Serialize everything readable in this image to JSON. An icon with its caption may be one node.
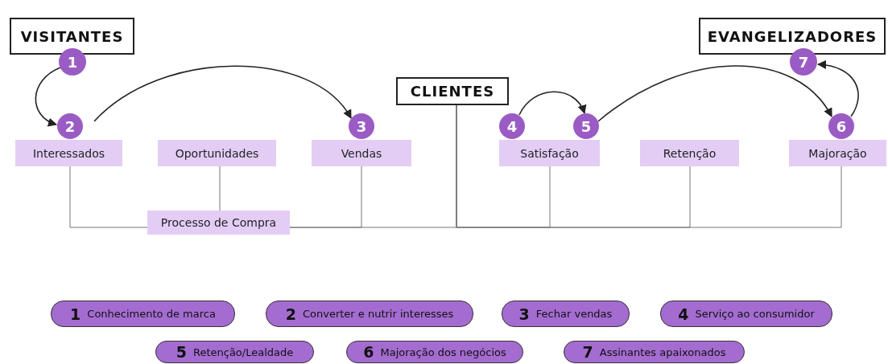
{
  "diagram": {
    "nodes": [
      {
        "text": [
          "VISITANTES"
        ]
      },
      {
        "text": [
          "1"
        ]
      },
      {
        "text": [
          "2"
        ]
      },
      {
        "text": [
          "Interessados"
        ]
      },
      {
        "text": [
          "Oportunidades"
        ]
      },
      {
        "text": [
          "Processo de Compra"
        ]
      },
      {
        "text": [
          "3"
        ]
      },
      {
        "text": [
          "Vendas"
        ]
      },
      {
        "text": [
          "CLIENTES"
        ]
      },
      {
        "text": [
          "4"
        ]
      },
      {
        "text": [
          "5"
        ]
      },
      {
        "text": [
          "Satisfação"
        ]
      },
      {
        "text": [
          "Retenção"
        ]
      },
      {
        "text": [
          "6"
        ]
      },
      {
        "text": [
          "Majoração"
        ]
      },
      {
        "text": [
          "EVANGELIZADORES"
        ]
      },
      {
        "text": [
          "7"
        ]
      },
      {
        "text": [
          "1",
          "Conhecimento de marca"
        ]
      },
      {
        "text": [
          "2",
          "Converter e nutrir interesses"
        ]
      },
      {
        "text": [
          "3",
          "Fechar vendas"
        ]
      },
      {
        "text": [
          "4",
          "Serviço ao consumidor"
        ]
      },
      {
        "text": [
          "5",
          "Retenção/Lealdade"
        ]
      },
      {
        "text": [
          "6",
          "Majoração dos negócios"
        ]
      },
      {
        "text": [
          "7",
          "Assinantes apaixonados"
        ]
      }
    ],
    "edges": [
      {
        "from": 1,
        "to": 2,
        "arrow": "to"
      },
      {
        "from": 2,
        "to": 6,
        "arrow": "to"
      },
      {
        "from": 9,
        "to": 10,
        "arrow": "to"
      },
      {
        "from": 10,
        "to": 13,
        "arrow": "to"
      },
      {
        "from": 13,
        "to": 16,
        "arrow": "to"
      },
      {
        "from": 5,
        "to": 3,
        "arrow": "none"
      },
      {
        "from": 5,
        "to": 4,
        "arrow": "none"
      },
      {
        "from": 5,
        "to": 7,
        "arrow": "none"
      },
      {
        "from": 5,
        "to": 8,
        "arrow": "none"
      },
      {
        "from": 8,
        "to": 11,
        "arrow": "none"
      },
      {
        "from": 8,
        "to": 12,
        "arrow": "none"
      },
      {
        "from": 8,
        "to": 14,
        "arrow": "none"
      }
    ]
  }
}
